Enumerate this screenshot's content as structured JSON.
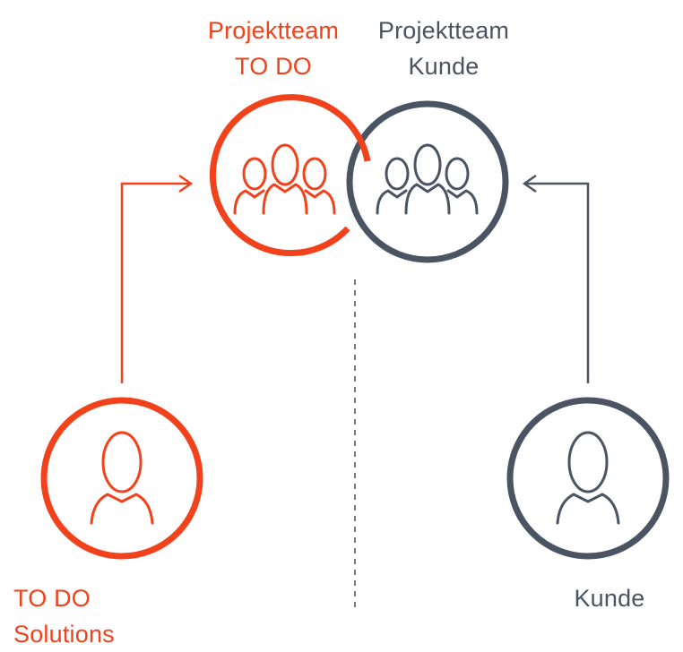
{
  "labels": {
    "team_todo_line1": "Projektteam",
    "team_todo_line2": "TO DO",
    "team_kunde_line1": "Projektteam",
    "team_kunde_line2": "Kunde",
    "todo_solutions": "TO DO Solutions",
    "kunde": "Kunde"
  },
  "colors": {
    "orange": "#f1421c",
    "gray": "#4a5462"
  },
  "icons": [
    "team-group-icon",
    "team-group-icon",
    "person-icon",
    "person-icon",
    "arrow-right-icon",
    "arrow-left-icon"
  ]
}
